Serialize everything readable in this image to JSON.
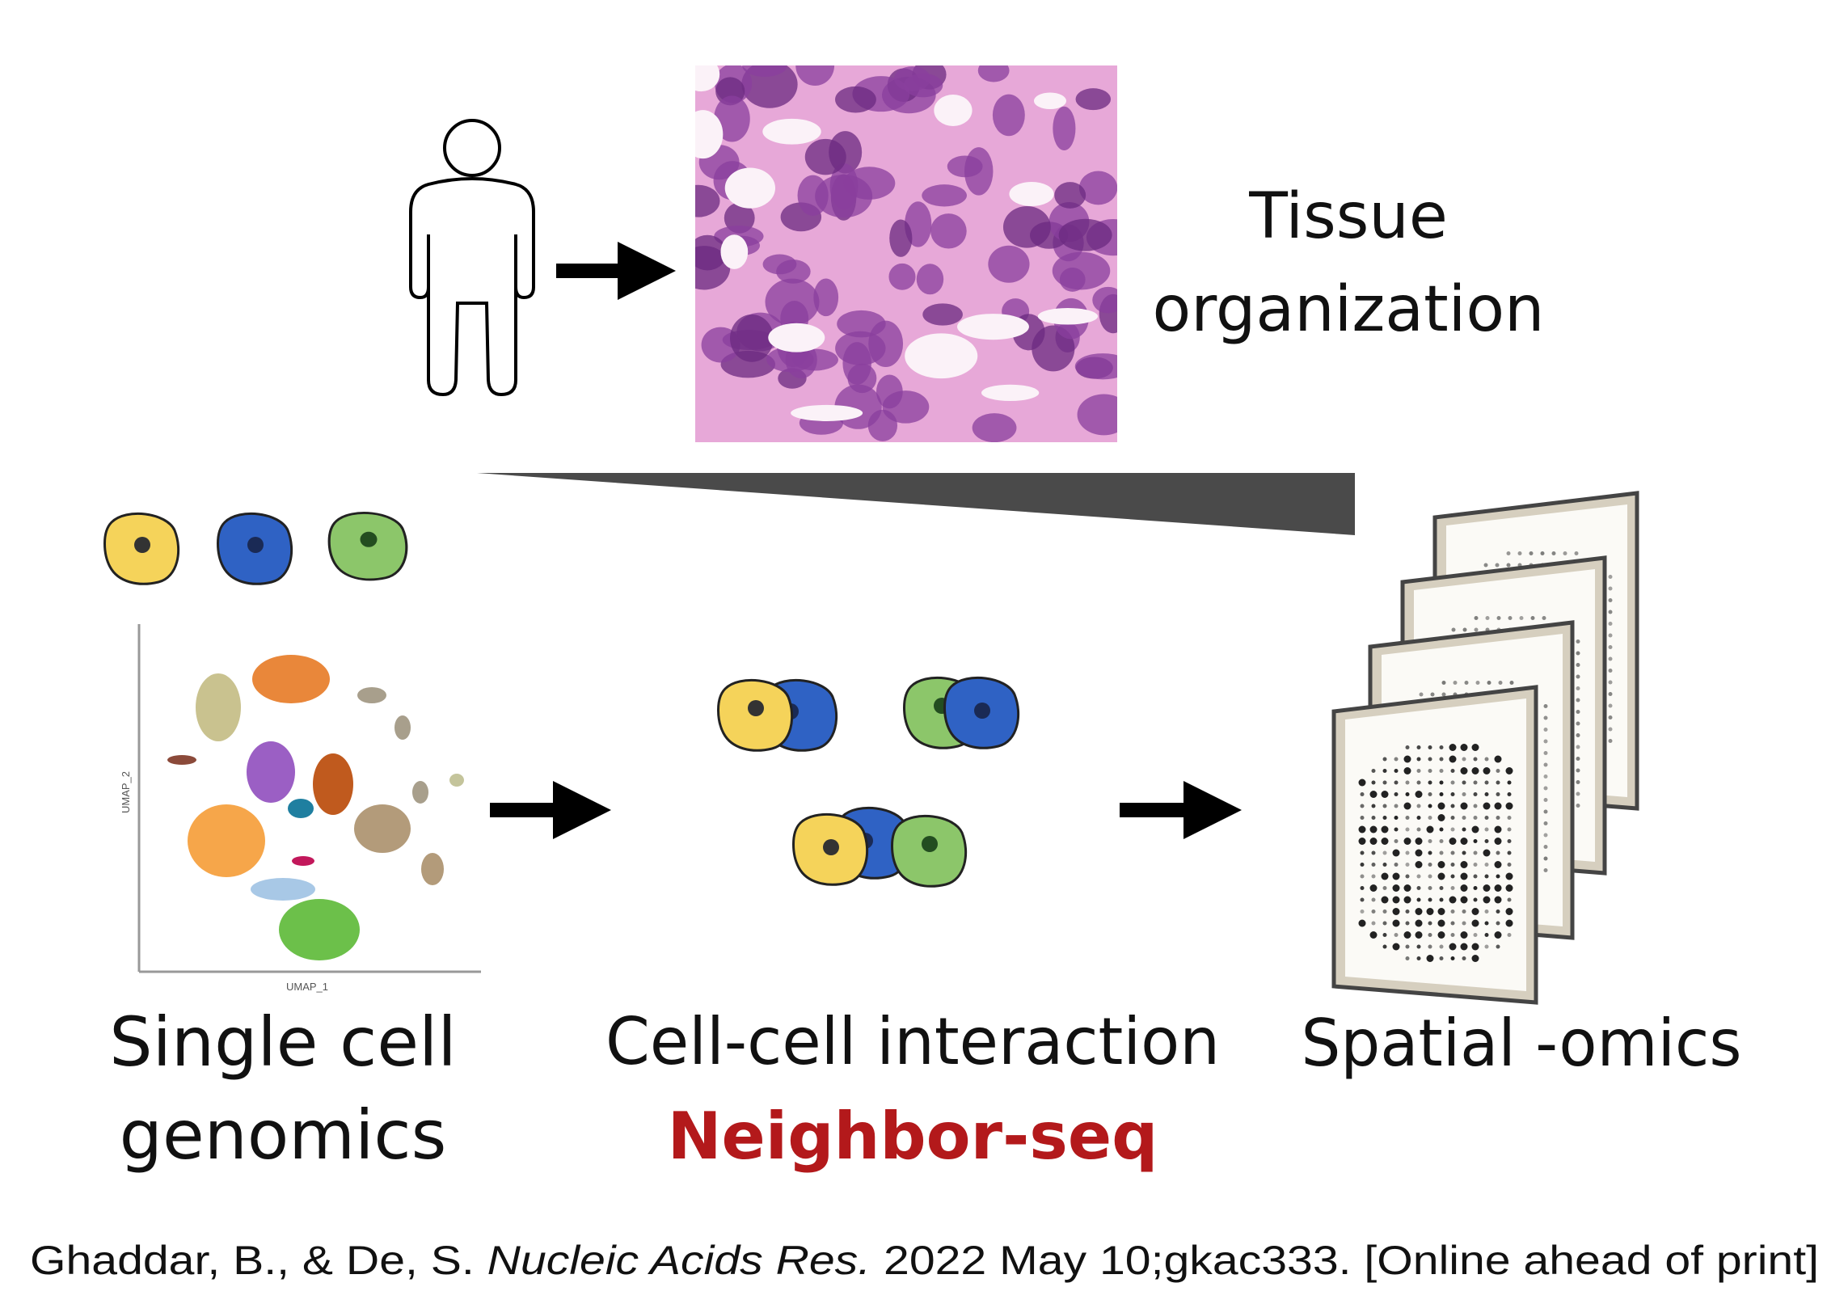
{
  "labels": {
    "tissue_line1": "Tissue",
    "tissue_line2": "organization",
    "single_cell_line1": "Single cell",
    "single_cell_line2": "genomics",
    "cell_cell": "Cell-cell interaction",
    "method": "Neighbor-seq",
    "spatial": "Spatial -omics"
  },
  "umap": {
    "xlabel": "UMAP_1",
    "ylabel": "UMAP_2"
  },
  "citation": {
    "authors": "Ghaddar, B., & De, S. ",
    "journal": "Nucleic Acids Res.",
    "details": " 2022 May 10;gkac333. [Online ahead of print]"
  },
  "colors": {
    "method": "#b3191b",
    "cell_yellow": "#f5d35a",
    "cell_blue": "#2f62c4",
    "cell_green": "#8cc66a",
    "wedge": "#4a4a4a"
  }
}
